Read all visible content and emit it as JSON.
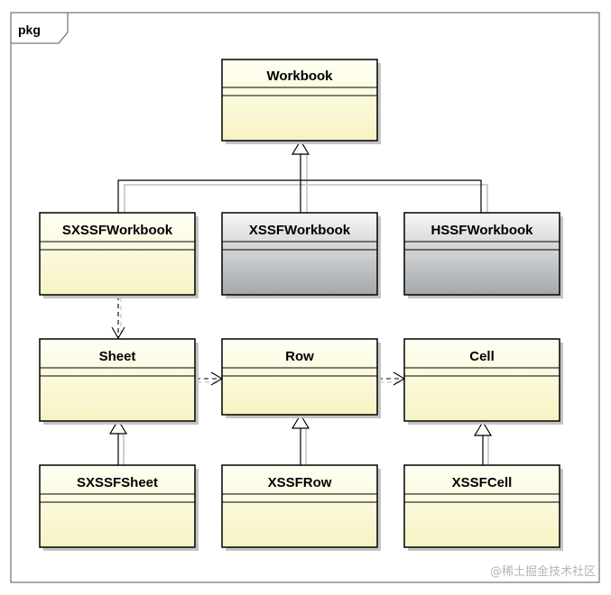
{
  "frame": {
    "label": "pkg"
  },
  "classes": {
    "workbook": "Workbook",
    "sxssf_workbook": "SXSSFWorkbook",
    "xssf_workbook": "XSSFWorkbook",
    "hssf_workbook": "HSSFWorkbook",
    "sheet": "Sheet",
    "row": "Row",
    "cell": "Cell",
    "sxssf_sheet": "SXSSFSheet",
    "xssf_row": "XSSFRow",
    "xssf_cell": "XSSFCell"
  },
  "colors": {
    "class_fill_top": "#fffff4",
    "class_fill_bottom": "#f6f3c2",
    "gray_fill_top": "#f7f7f7",
    "gray_fill_bottom": "#a6aaad",
    "border": "#000000",
    "shadow": "#bdbdbd"
  },
  "watermark": "@稀土掘金技术社区"
}
